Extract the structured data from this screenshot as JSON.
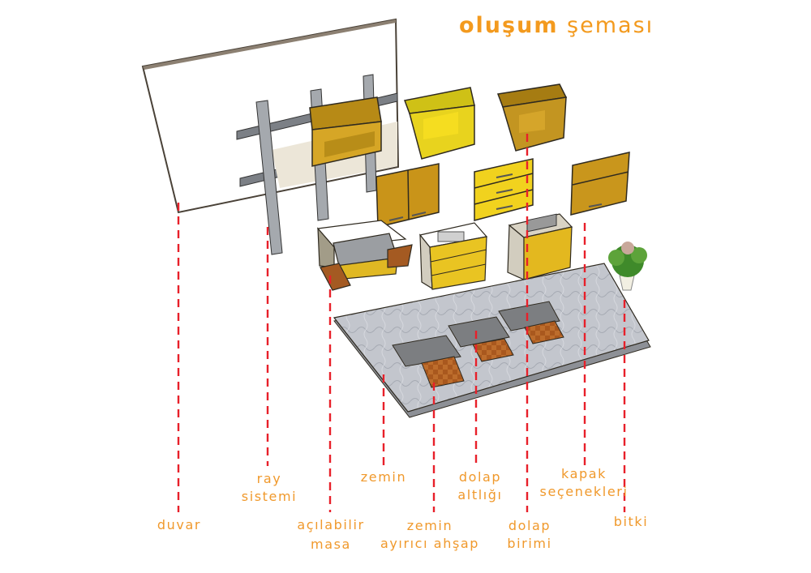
{
  "title": {
    "bold": "oluşum",
    "regular": "şeması"
  },
  "colors": {
    "accent": "#f39a1e",
    "leader": "#e8202a",
    "cabinet_dark": "#c9961c",
    "cabinet_yellow": "#e8c520",
    "floor": "#b9bcc4",
    "wood": "#a5571f",
    "rail": "#9a9ea4"
  },
  "labels": [
    {
      "id": "duvar",
      "lines": [
        "duvar"
      ]
    },
    {
      "id": "ray-sistemi",
      "lines": [
        "ray",
        "sistemi"
      ]
    },
    {
      "id": "acilabilir-masa",
      "lines": [
        "açılabilir",
        "masa"
      ]
    },
    {
      "id": "zemin",
      "lines": [
        "zemin"
      ]
    },
    {
      "id": "zemin-ayirici-ahsap",
      "lines": [
        "zemin",
        "ayırıcı ahşap"
      ]
    },
    {
      "id": "dolap-altligi",
      "lines": [
        "dolap",
        "altlığı"
      ]
    },
    {
      "id": "dolap-birimi",
      "lines": [
        "dolap",
        "birimi"
      ]
    },
    {
      "id": "kapak-secenekleri",
      "lines": [
        "kapak",
        "seçenekleri"
      ]
    },
    {
      "id": "bitki",
      "lines": [
        "bitki"
      ]
    }
  ]
}
